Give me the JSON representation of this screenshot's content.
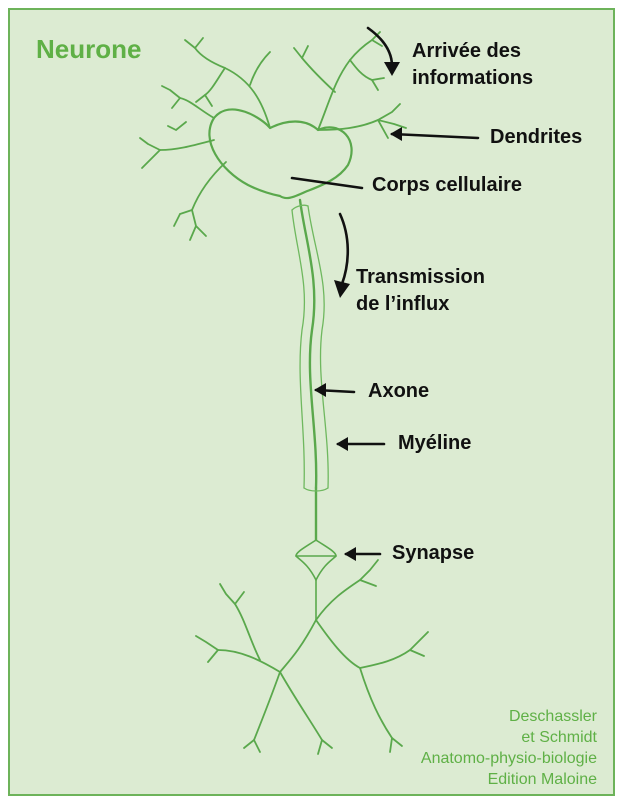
{
  "title": "Neurone",
  "labels": {
    "arrivee": [
      "Arrivée des",
      "informations"
    ],
    "dendrites": "Dendrites",
    "corps": "Corps cellulaire",
    "transmission": [
      "Transmission",
      "de l’influx"
    ],
    "axone": "Axone",
    "myeline": "Myéline",
    "synapse": "Synapse"
  },
  "credit": [
    "Deschassler",
    "et Schmidt",
    "Anatomo-physio-biologie",
    "Edition Maloine"
  ],
  "colors": {
    "background": "#dcebd2",
    "border": "#6db35a",
    "accent": "#5fb046",
    "neuron": "#5aa84c",
    "text": "#111111"
  }
}
